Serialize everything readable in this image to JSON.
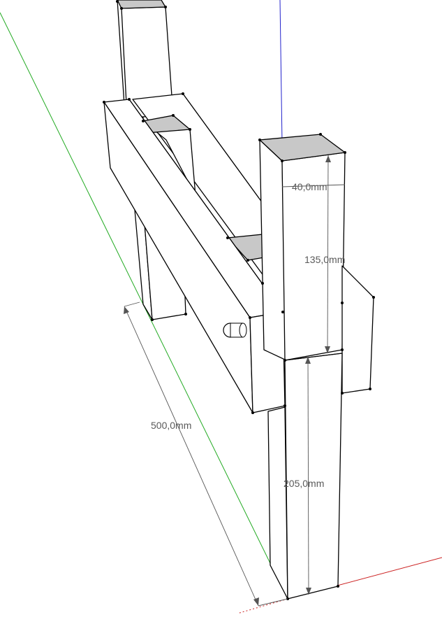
{
  "colors": {
    "x_axis": "#cc2222",
    "y_axis": "#22aa22",
    "z_axis": "#2222cc",
    "top_face": "#c8c8c8",
    "dimension_text": "#5a5a5a"
  },
  "dimensions": {
    "width_post": "40,0mm",
    "upper_post": "135,0mm",
    "lower_post": "205,0mm",
    "beam_length": "500,0mm"
  }
}
